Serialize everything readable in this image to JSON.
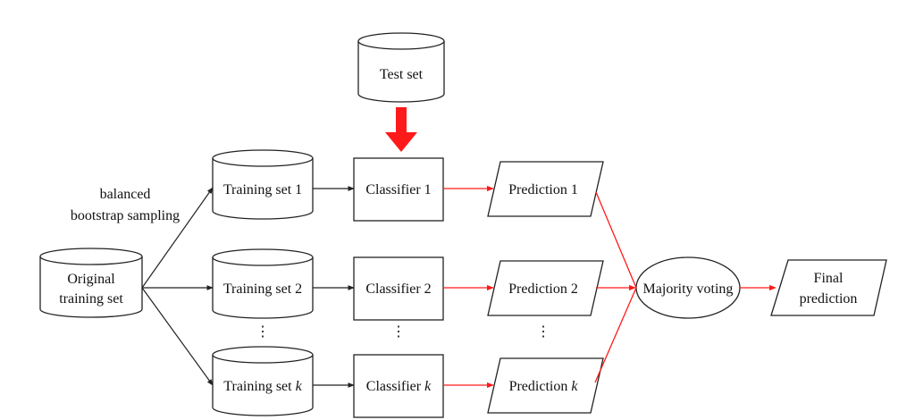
{
  "diagram": {
    "test_set": "Test set",
    "sampling_label": [
      "balanced",
      "bootstrap sampling"
    ],
    "original": [
      "Original",
      "training set"
    ],
    "training_sets": [
      {
        "text": "Training set ",
        "suffix": "1",
        "italic": false
      },
      {
        "text": "Training set ",
        "suffix": "2",
        "italic": false
      },
      {
        "text": "Training set ",
        "suffix": "k",
        "italic": true
      }
    ],
    "classifiers": [
      {
        "text": "Classifier ",
        "suffix": "1",
        "italic": false
      },
      {
        "text": "Classifier ",
        "suffix": "2",
        "italic": false
      },
      {
        "text": "Classifier ",
        "suffix": "k",
        "italic": true
      }
    ],
    "predictions": [
      {
        "text": "Prediction ",
        "suffix": "1",
        "italic": false
      },
      {
        "text": "Prediction ",
        "suffix": "2",
        "italic": false
      },
      {
        "text": "Prediction ",
        "suffix": "k",
        "italic": true
      }
    ],
    "ellipsis": "⋮",
    "majority": "Majority voting",
    "final": [
      "Final",
      "prediction"
    ],
    "colors": {
      "arrow_red": "#ff1a1a",
      "stroke": "#222222"
    }
  }
}
